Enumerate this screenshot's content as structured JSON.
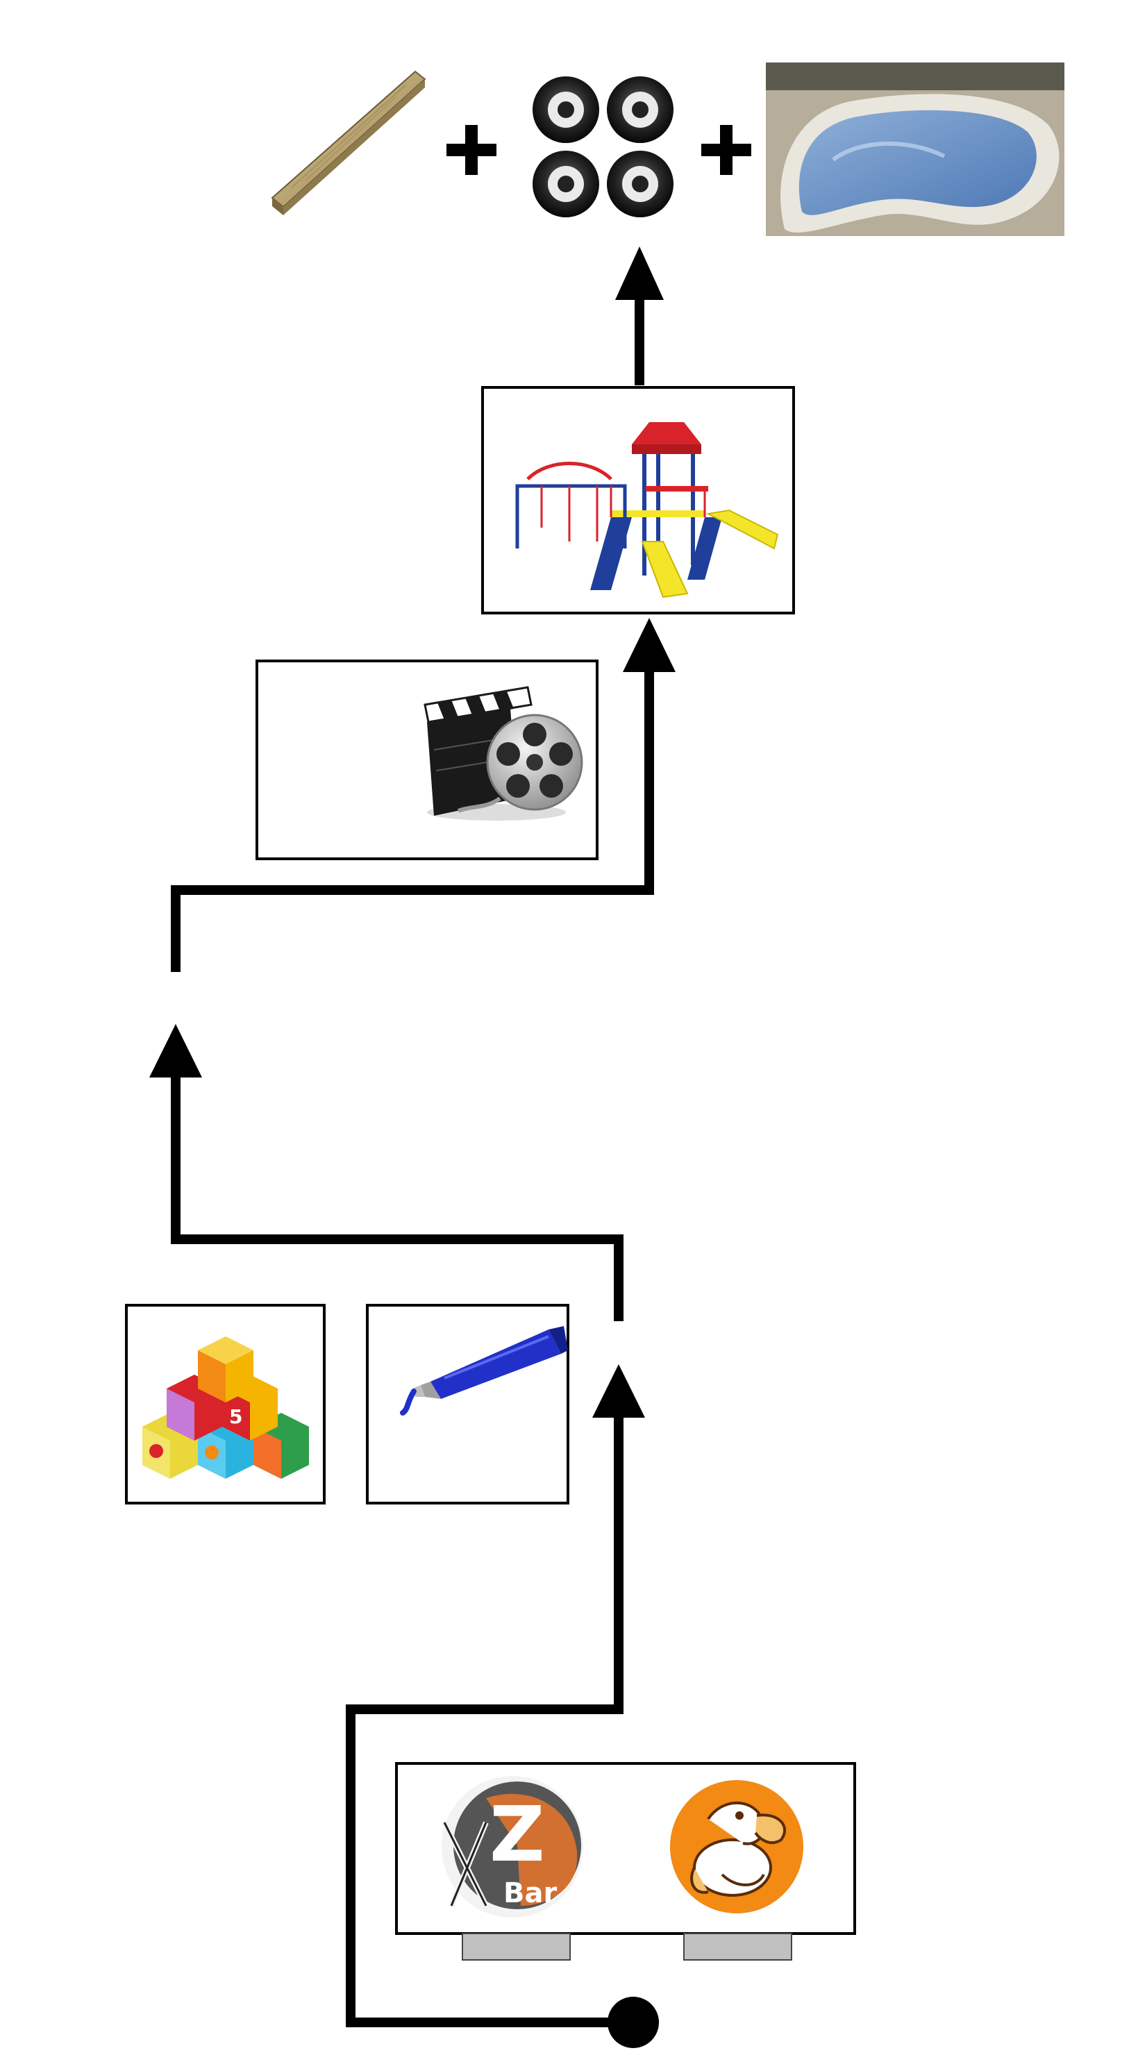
{
  "diagram": {
    "top_row": {
      "items": [
        "wooden-plank",
        "skateboard-wheels",
        "empty-pool"
      ],
      "separator": "+"
    },
    "stages": [
      {
        "id": "playground",
        "icon": "playground-icon"
      },
      {
        "id": "film",
        "icon": "film-clapper-reel-icon"
      },
      {
        "id": "blocks",
        "icon": "toy-blocks-icon"
      },
      {
        "id": "glue",
        "icon": "glue-tube-icon"
      },
      {
        "id": "logos",
        "icon": "restaurant-logos-icon"
      }
    ],
    "logos": {
      "zbar_letter": "Z",
      "zbar_word": "Bar"
    },
    "blocks_number": "5",
    "colors": {
      "line": "#000000",
      "frame": "#000000",
      "tab": "#c0c0c0",
      "pool_water": "#6a94c9",
      "playground_red": "#d8232a",
      "playground_yellow": "#f4e52a",
      "playground_blue": "#1f3f9a",
      "glue_blue": "#2030c8",
      "dodo_orange": "#f28a14"
    }
  }
}
